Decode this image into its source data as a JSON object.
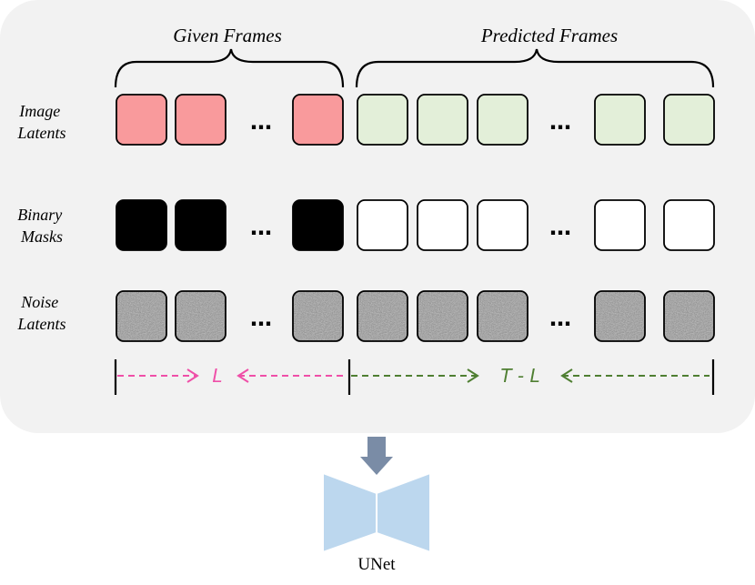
{
  "headers": {
    "given": "Given Frames",
    "predicted": "Predicted Frames"
  },
  "rows": [
    {
      "id": "image",
      "line1": "Image",
      "line2": "Latents",
      "kind": "image"
    },
    {
      "id": "mask",
      "line1": "Binary",
      "line2": "Masks",
      "kind": "mask"
    },
    {
      "id": "noise",
      "line1": "Noise",
      "line2": "Latents",
      "kind": "noise"
    }
  ],
  "ellipsis": "…",
  "dimensions": {
    "given": "L",
    "predicted": "T - L"
  },
  "model_label": "UNet",
  "colors": {
    "panel": "#f2f2f2",
    "given_latent": "#f99a9c",
    "predicted_latent": "#e3efd9",
    "mask_given": "#000000",
    "mask_predicted": "#ffffff",
    "noise": "#8c8c8c",
    "given_arrow": "#ef4fa8",
    "predicted_arrow": "#4f7f32",
    "unet": "#bcd7ee",
    "down_arrow": "#7a8ca6"
  }
}
